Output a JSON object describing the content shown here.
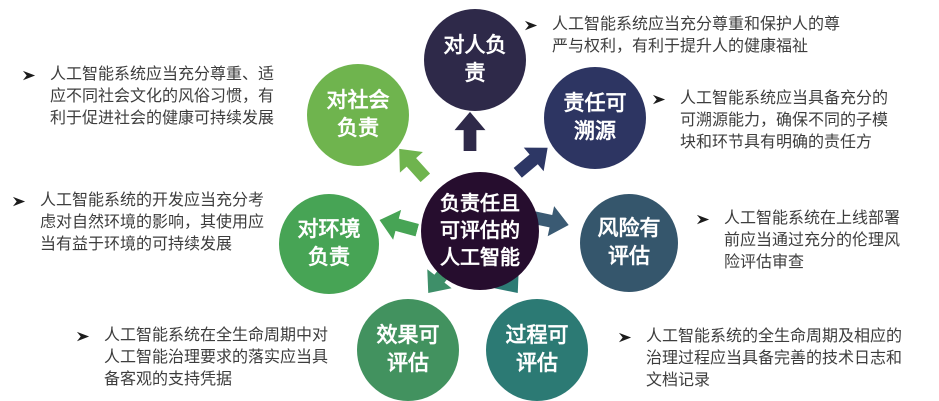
{
  "diagram": {
    "center": {
      "label": "负责任且\n可评估的\n人工智能",
      "color": "#260d2e"
    },
    "nodes": [
      {
        "id": "responsible-to-people",
        "label": "对人负\n责",
        "color": "#2e2949",
        "note": "人工智能系统应当充分尊重和保护人的尊\n严与权利，有利于提升人的健康福祉"
      },
      {
        "id": "traceable-responsibility",
        "label": "责任可\n溯源",
        "color": "#2d3562",
        "note": "人工智能系统应当具备充分的\n可溯源能力，确保不同的子模\n块和环节具有明确的责任方"
      },
      {
        "id": "risk-assessed",
        "label": "风险有\n评估",
        "color": "#35566c",
        "note": "人工智能系统在上线部署\n前应当通过充分的伦理风\n险评估审查"
      },
      {
        "id": "process-assessable",
        "label": "过程可\n评估",
        "color": "#2c7a74",
        "note": "人工智能系统的全生命周期及相应的\n治理过程应当具备完善的技术日志和\n文档记录"
      },
      {
        "id": "effect-assessable",
        "label": "效果可\n评估",
        "color": "#42925f",
        "note": "人工智能系统在全生命周期中对\n人工智能治理要求的落实应当具\n备客观的支持凭据"
      },
      {
        "id": "responsible-to-environment",
        "label": "对环境\n负责",
        "color": "#47a455",
        "note": "人工智能系统的开发应当充分考\n虑对自然环境的影响，其使用应\n当有益于环境的可持续发展"
      },
      {
        "id": "responsible-to-society",
        "label": "对社会\n负责",
        "color": "#6fb44e",
        "note": "人工智能系统应当充分尊重、适\n应不同社会文化的风俗习惯，有\n利于促进社会的健康可持续发展"
      }
    ],
    "arrows": [
      {
        "to": "对人负责",
        "color": "#2e2949"
      },
      {
        "to": "责任可溯源",
        "color": "#2d3765"
      },
      {
        "to": "风险有评估",
        "color": "#3a5a73"
      },
      {
        "to": "过程可评估",
        "color": "#2c7a74"
      },
      {
        "to": "效果可评估",
        "color": "#3e8f69"
      },
      {
        "to": "对环境负责",
        "color": "#47a455"
      },
      {
        "to": "对社会负责",
        "color": "#6fb44e"
      }
    ],
    "ui": {
      "bullet_color": "#1c1c1c",
      "note_text_color": "#3d3d3d",
      "background_color": "#ffffff"
    }
  }
}
